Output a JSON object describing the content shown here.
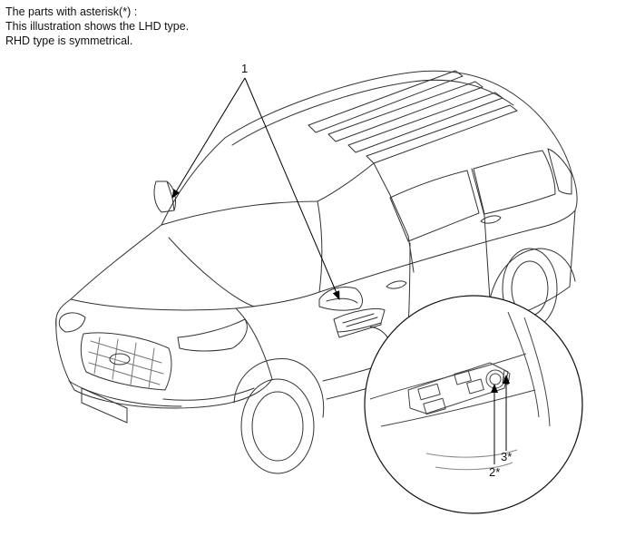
{
  "notes": {
    "line1": "The parts with asterisk(*) :",
    "line2": "This illustration shows the LHD type.",
    "line3": "RHD type is symmetrical."
  },
  "callouts": {
    "c1": "1",
    "c2": "2*",
    "c3": "3*"
  }
}
